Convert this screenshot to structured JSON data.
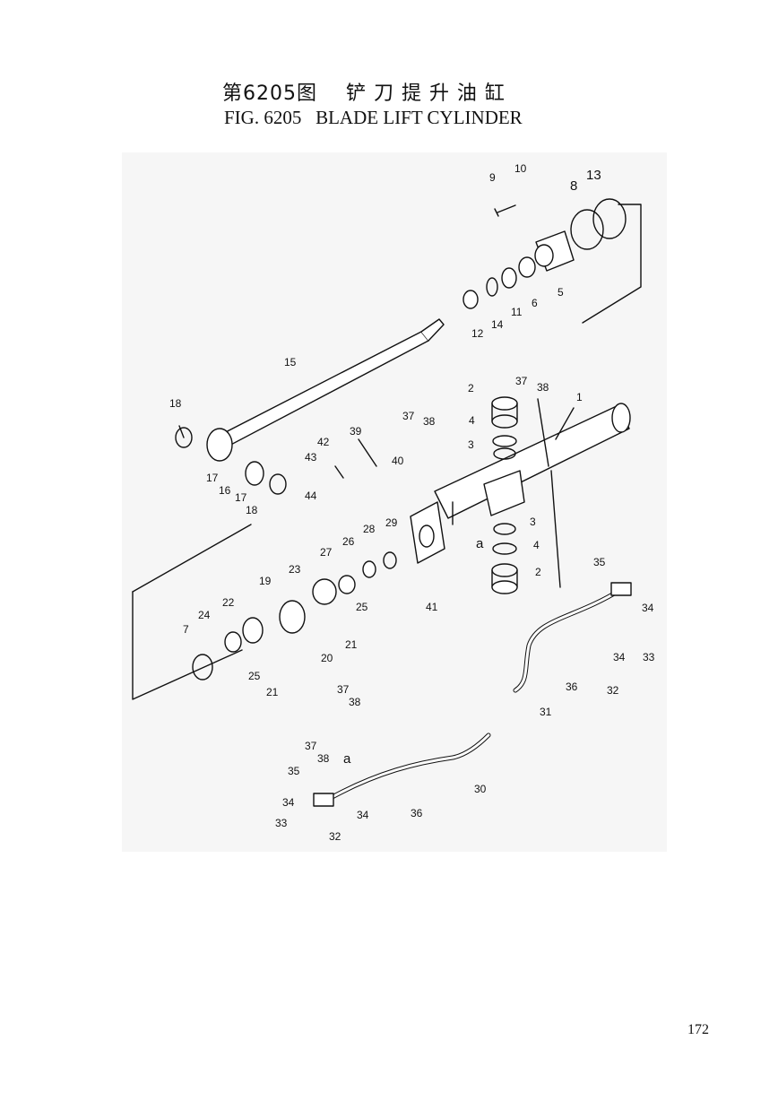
{
  "header": {
    "title_cn": "第6205图    铲 刀 提 升 油 缸",
    "title_en": "FIG. 6205   BLADE LIFT CYLINDER"
  },
  "diagram": {
    "callouts": [
      "1",
      "2",
      "2",
      "3",
      "3",
      "4",
      "4",
      "5",
      "6",
      "7",
      "8",
      "9",
      "10",
      "11",
      "12",
      "13",
      "14",
      "15",
      "16",
      "17",
      "17",
      "18",
      "18",
      "19",
      "20",
      "21",
      "21",
      "22",
      "23",
      "24",
      "25",
      "25",
      "26",
      "27",
      "28",
      "29",
      "30",
      "31",
      "32",
      "32",
      "33",
      "33",
      "34",
      "34",
      "34",
      "34",
      "35",
      "35",
      "36",
      "36",
      "37",
      "37",
      "37",
      "37",
      "38",
      "38",
      "38",
      "38",
      "39",
      "40",
      "41",
      "42",
      "43",
      "44",
      "a",
      "a"
    ]
  },
  "footer": {
    "page_number": "172"
  }
}
